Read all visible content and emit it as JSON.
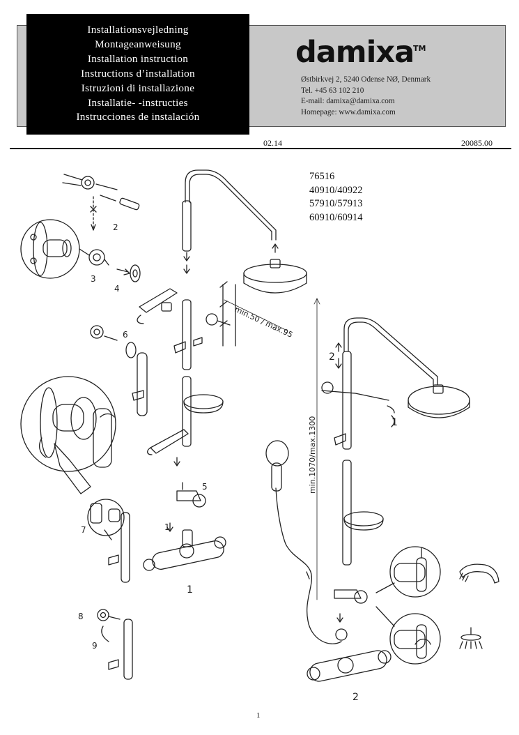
{
  "header": {
    "title_lines": [
      "Installationsvejledning",
      "Montageanweisung",
      "Installation instruction",
      "Instructions d’installation",
      "Istruzioni di installazione",
      "Installatie- -instructies",
      "Instrucciones de instalación"
    ],
    "brand": "damixa",
    "brand_tm": "TM",
    "contact": [
      "Østbirkvej 2, 5240 Odense NØ, Denmark",
      "Tel. +45 63 102 210",
      "E-mail: damixa@damixa.com",
      "Homepage: www.damixa.com"
    ],
    "date_code": "02.14",
    "doc_number": "20085.00"
  },
  "models": [
    "76516",
    "40910/40922",
    "57910/57913",
    "60910/60914"
  ],
  "figure_labels": {
    "step_2_top": "2",
    "step_3": "3",
    "step_4": "4",
    "step_5": "5",
    "step_6": "6",
    "step_7": "7",
    "step_8": "8",
    "step_9": "9",
    "step_1_valve": "1",
    "assembly_1": "1",
    "assembly_2": "2",
    "arm_step_2": "2",
    "arm_step_1": "1",
    "wall_dim": "min.50 / max.95",
    "height_dim": "min.1070/max.1300"
  },
  "page_number": "1"
}
